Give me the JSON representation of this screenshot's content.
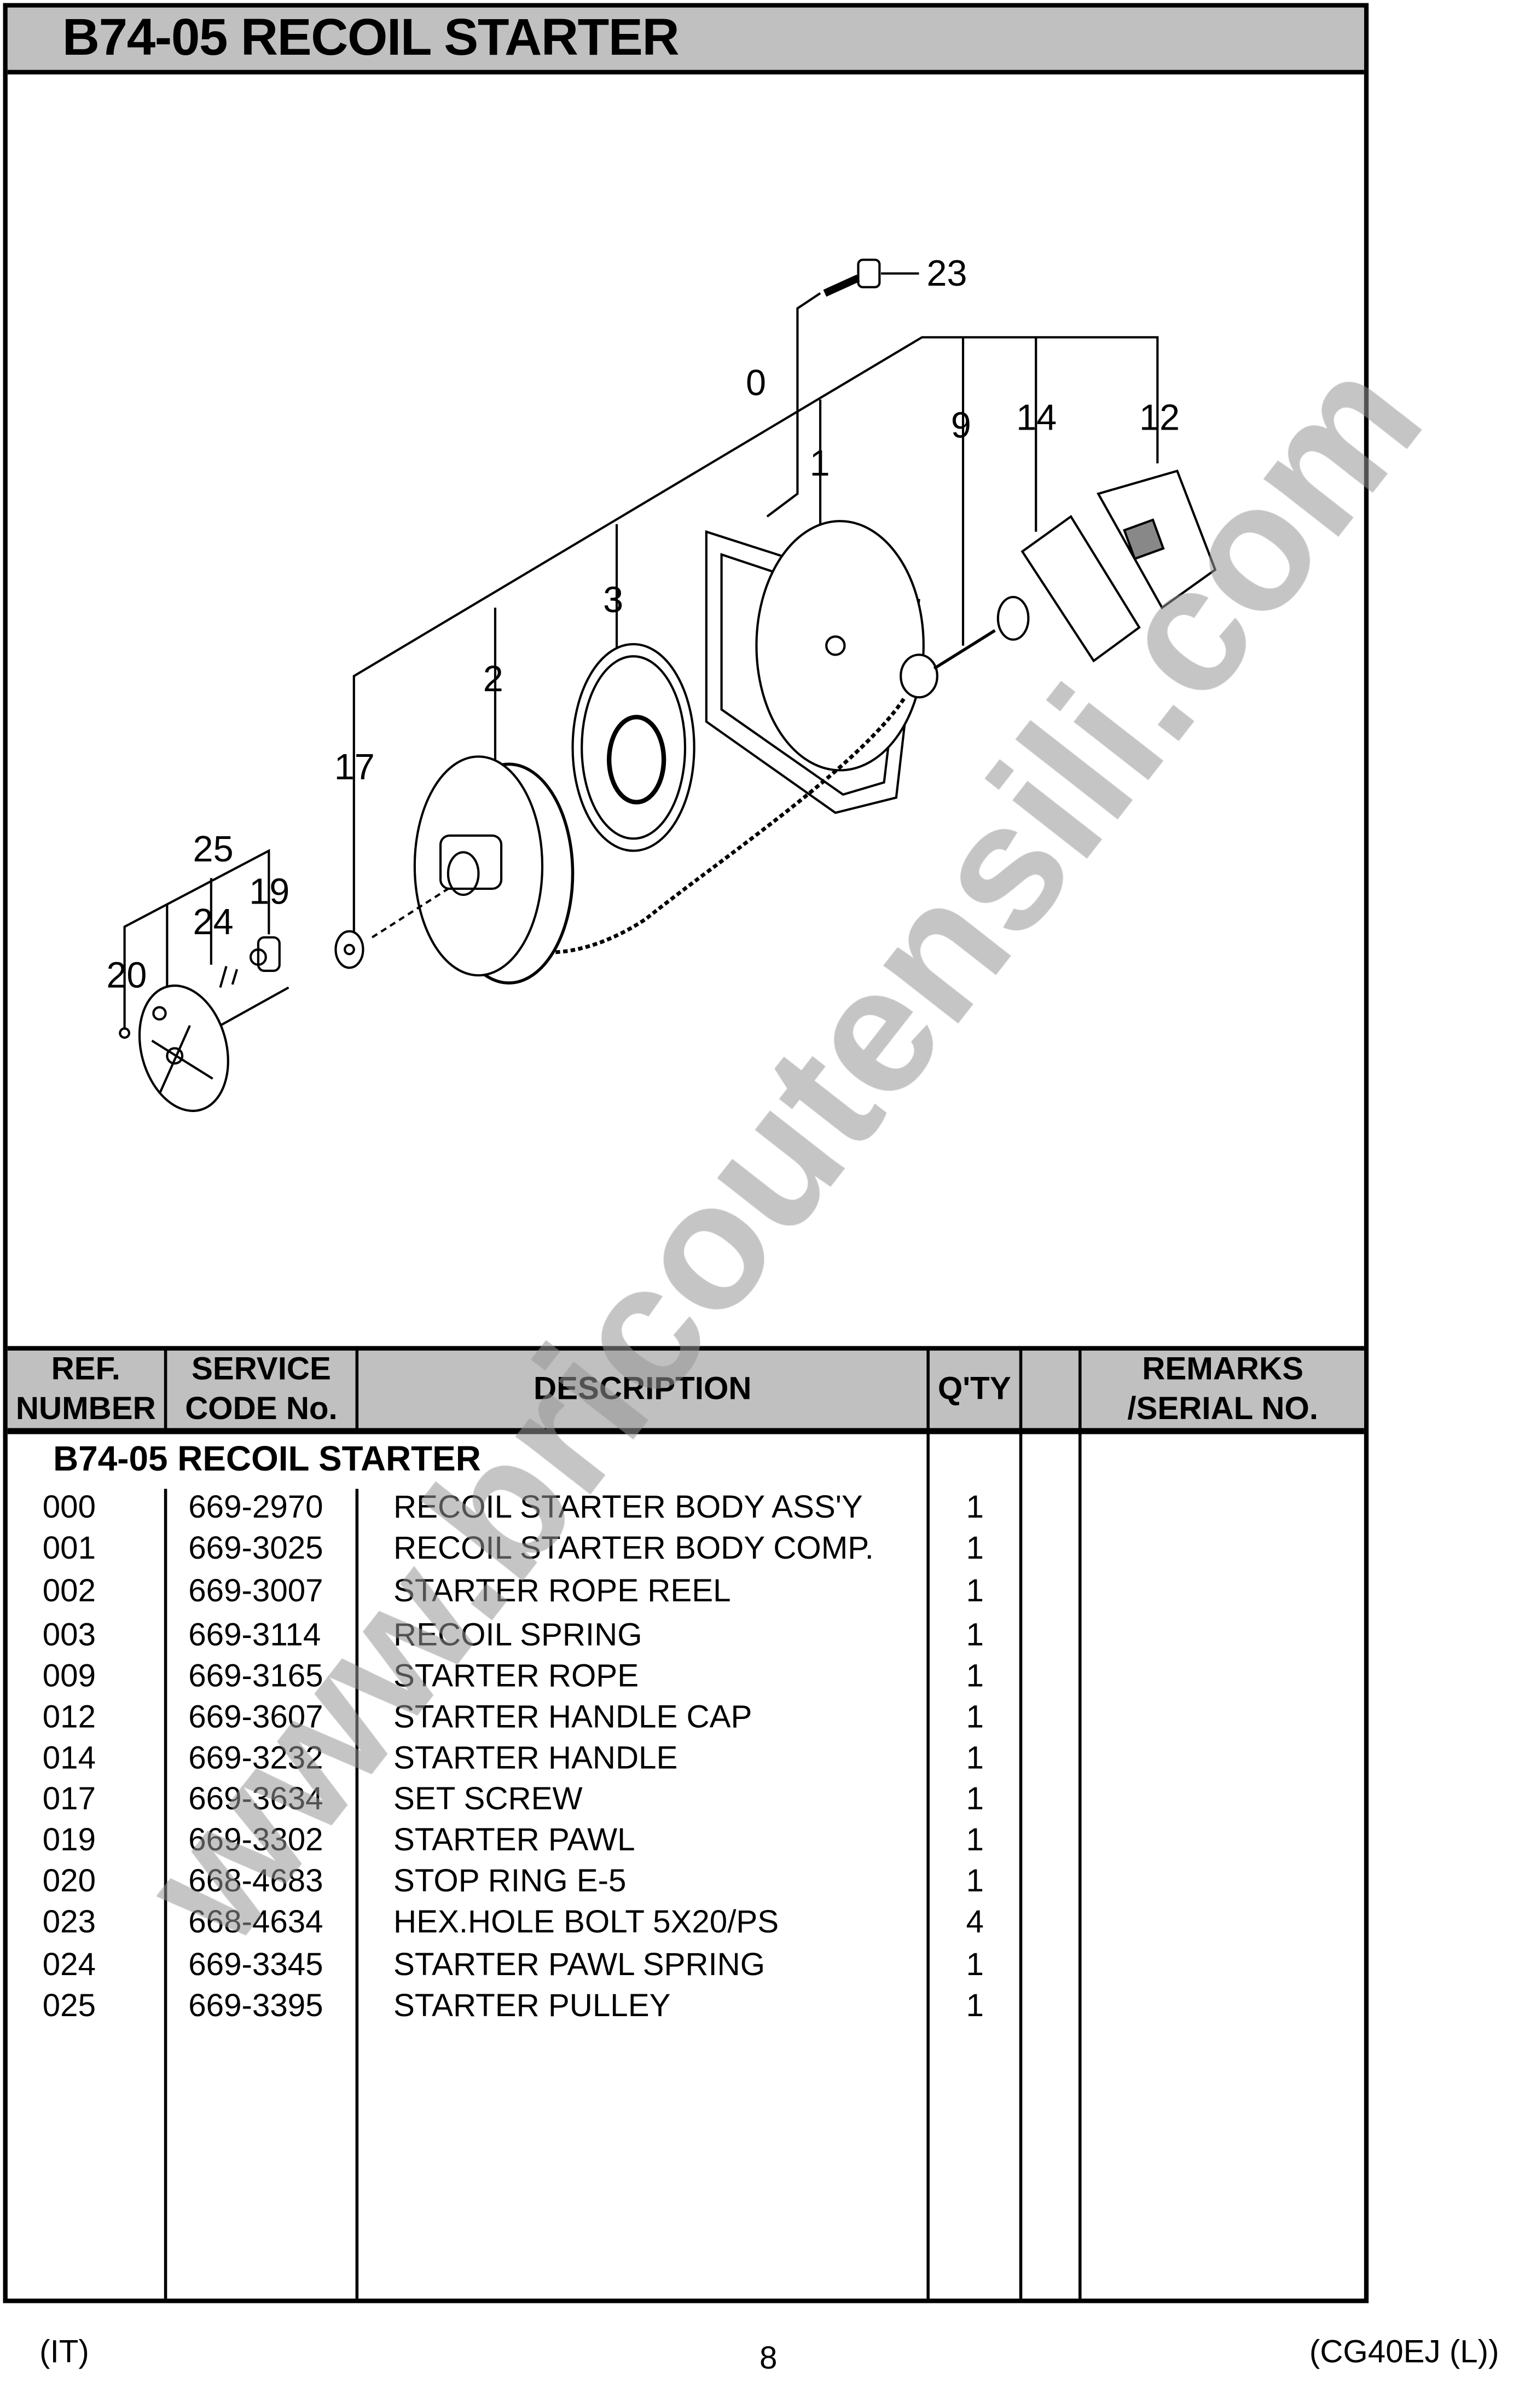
{
  "title": "B74-05 RECOIL STARTER",
  "diagram": {
    "callouts": [
      "23",
      "0",
      "1",
      "9",
      "14",
      "12",
      "3",
      "2",
      "17",
      "25",
      "19",
      "24",
      "20"
    ]
  },
  "table": {
    "headers": {
      "ref": [
        "REF.",
        "NUMBER"
      ],
      "code": [
        "SERVICE",
        "CODE No."
      ],
      "description": "DESCRIPTION",
      "qty": "Q'TY",
      "blank": "",
      "remarks": [
        "REMARKS",
        "/SERIAL NO."
      ]
    },
    "section_title": "B74-05 RECOIL STARTER",
    "rows": [
      {
        "ref": "000",
        "code": "669-2970",
        "description": "RECOIL STARTER BODY ASS'Y",
        "qty": "1"
      },
      {
        "ref": "001",
        "code": "669-3025",
        "description": "RECOIL STARTER BODY COMP.",
        "qty": "1"
      },
      {
        "ref": "002",
        "code": "669-3007",
        "description": "STARTER ROPE REEL",
        "qty": "1"
      },
      {
        "ref": "003",
        "code": "669-3114",
        "description": "RECOIL SPRING",
        "qty": "1"
      },
      {
        "ref": "009",
        "code": "669-3165",
        "description": "STARTER ROPE",
        "qty": "1"
      },
      {
        "ref": "012",
        "code": "669-3607",
        "description": "STARTER HANDLE CAP",
        "qty": "1"
      },
      {
        "ref": "014",
        "code": "669-3232",
        "description": "STARTER HANDLE",
        "qty": "1"
      },
      {
        "ref": "017",
        "code": "669-3634",
        "description": "SET SCREW",
        "qty": "1"
      },
      {
        "ref": "019",
        "code": "669-3302",
        "description": "STARTER PAWL",
        "qty": "1"
      },
      {
        "ref": "020",
        "code": "668-4683",
        "description": "STOP RING E-5",
        "qty": "1"
      },
      {
        "ref": "023",
        "code": "668-4634",
        "description": "HEX.HOLE BOLT 5X20/PS",
        "qty": "4"
      },
      {
        "ref": "024",
        "code": "669-3345",
        "description": "STARTER PAWL SPRING",
        "qty": "1"
      },
      {
        "ref": "025",
        "code": "669-3395",
        "description": "STARTER PULLEY",
        "qty": "1"
      }
    ]
  },
  "footer": {
    "left": "(IT)",
    "page": "8",
    "right": "(CG40EJ (L))"
  },
  "watermark": "www.bricoutensili.com",
  "colors": {
    "header_fill": "#c0c0c0",
    "watermark": "#969696"
  }
}
